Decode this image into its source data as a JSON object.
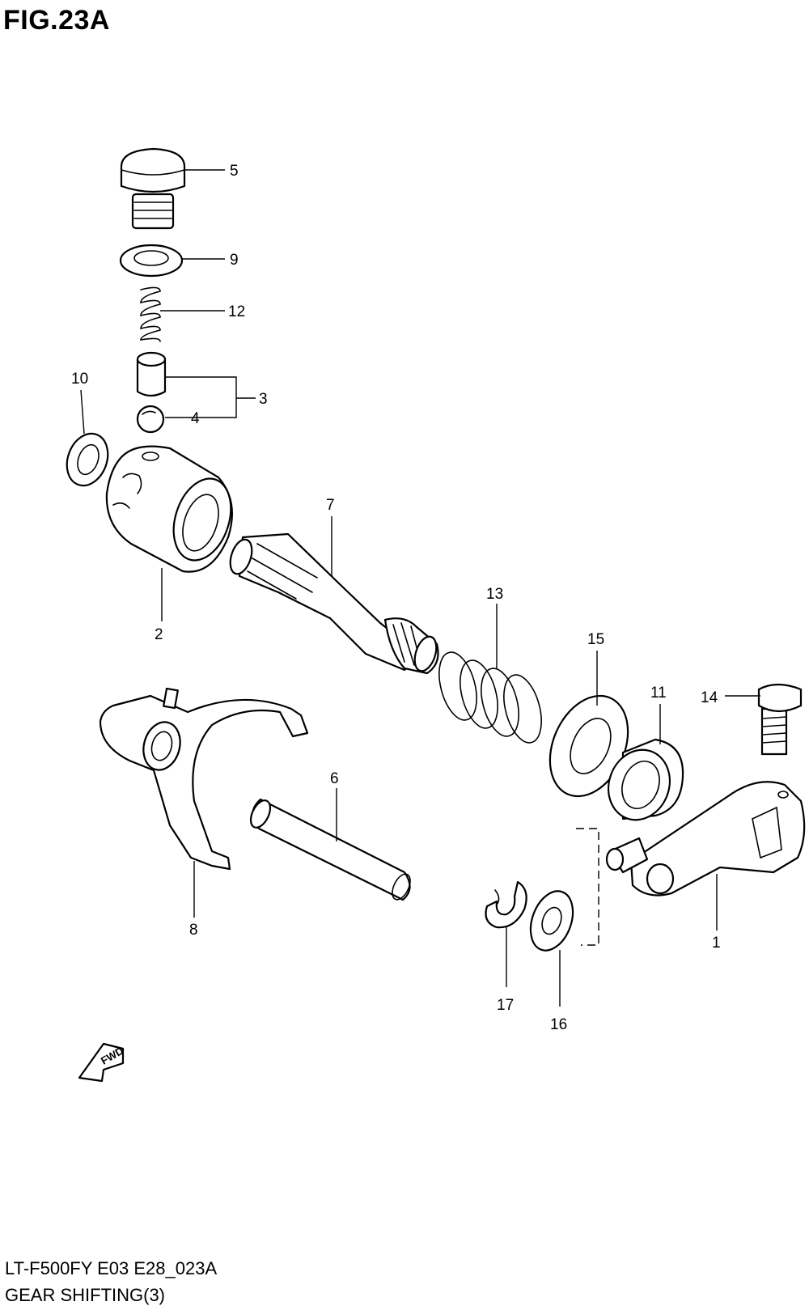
{
  "figure": {
    "title": "FIG.23A",
    "code": "LT-F500FY E03 E28_023A",
    "name": "GEAR SHIFTING(3)"
  },
  "callouts": {
    "c1": "1",
    "c2": "2",
    "c3": "3",
    "c4": "4",
    "c5": "5",
    "c6": "6",
    "c7": "7",
    "c8": "8",
    "c9": "9",
    "c10": "10",
    "c11": "11",
    "c12": "12",
    "c13": "13",
    "c14": "14",
    "c15": "15",
    "c16": "16",
    "c17": "17"
  },
  "fwd_label": "FWD"
}
